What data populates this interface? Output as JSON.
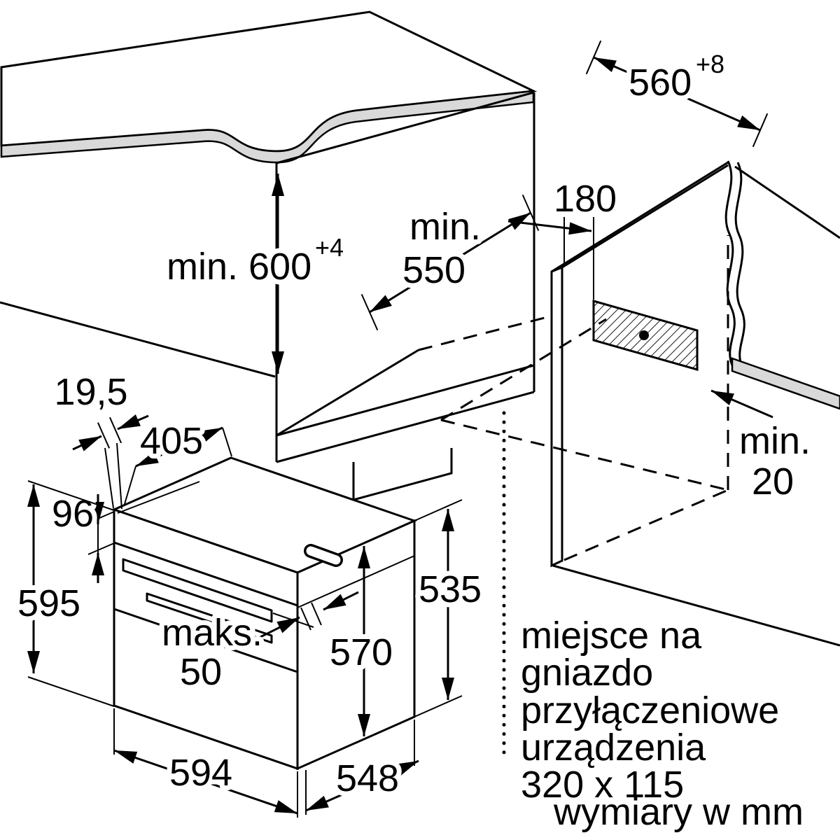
{
  "colors": {
    "line": "#000000",
    "surface_band": "#d9d9d9",
    "background": "#ffffff"
  },
  "dimensions": {
    "top_depth": {
      "value": "560",
      "tolerance": "+8"
    },
    "niche_height": {
      "value": "min. 600",
      "tolerance": "+4"
    },
    "niche_depth": {
      "line1": "min.",
      "line2": "550"
    },
    "socket_offset": {
      "value": "180"
    },
    "rear_gap": {
      "line1": "min.",
      "line2": "20"
    },
    "front_frame": {
      "value": "19,5"
    },
    "upper_depth": {
      "value": "405"
    },
    "panel_height": {
      "value": "96"
    },
    "oven_height": {
      "value": "595"
    },
    "handle_clearance": {
      "line1": "maks.",
      "line2": "50"
    },
    "body_height": {
      "value": "570"
    },
    "door_height": {
      "value": "535"
    },
    "oven_width": {
      "value": "594"
    },
    "oven_depth": {
      "value": "548"
    }
  },
  "socket_note": {
    "lines": [
      "miejsce na",
      "gniazdo",
      "przyłączeniowe",
      "urządzenia",
      "320 x 115"
    ]
  },
  "footer": {
    "text": "wymiary w mm"
  }
}
